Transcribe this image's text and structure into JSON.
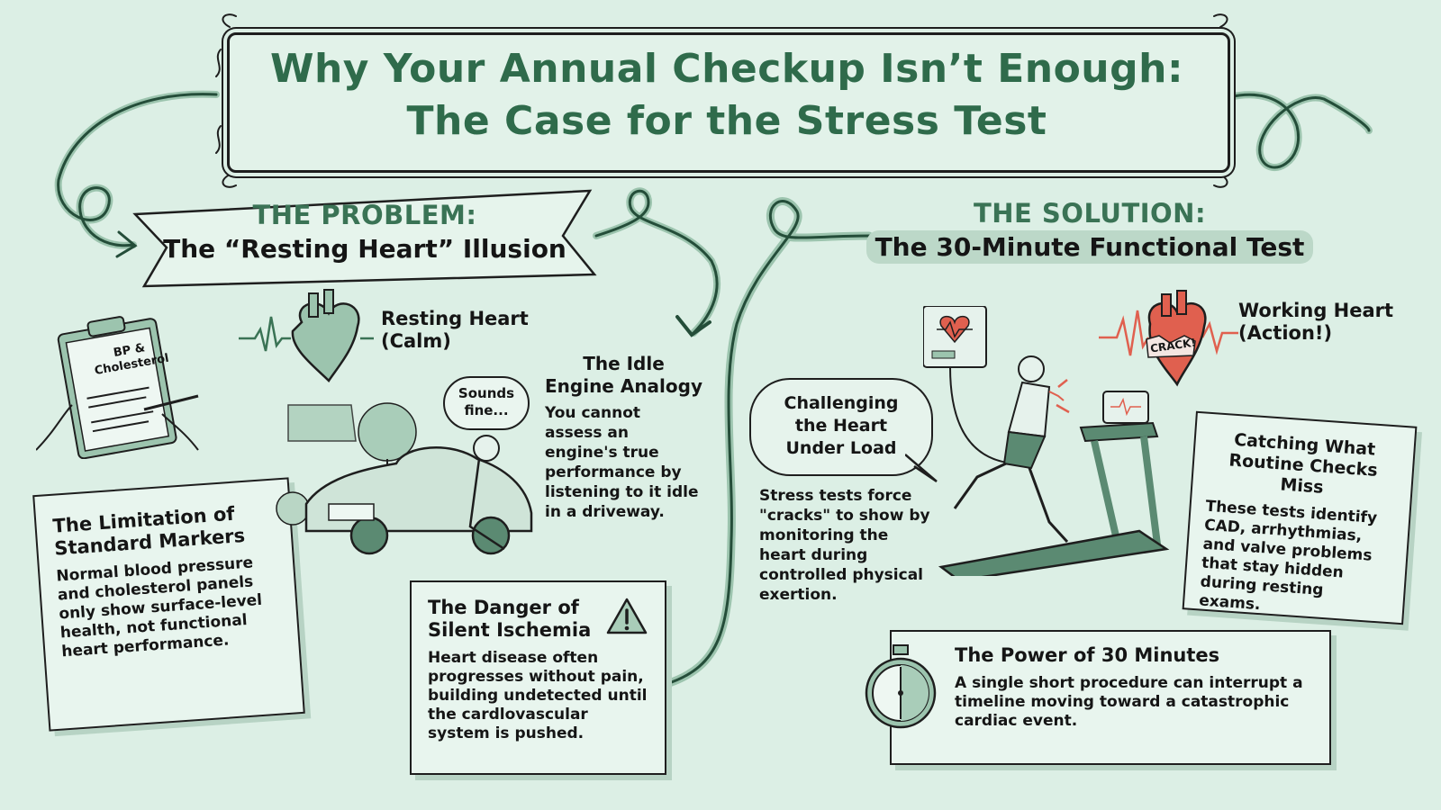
{
  "header": {
    "title_line1": "Why Your Annual Checkup Isn’t Enough:",
    "title_line2": "The Case for the Stress Test"
  },
  "problem": {
    "heading": "THE PROBLEM:",
    "subheading": "The “Resting Heart” Illusion",
    "clipboard_label_line1": "BP &",
    "clipboard_label_line2": "Cholesterol",
    "resting_heart_line1": "Resting Heart",
    "resting_heart_line2": "(Calm)",
    "thought_bubble_line1": "Sounds",
    "thought_bubble_line2": "fine...",
    "idle_engine": {
      "title_line1": "The Idle",
      "title_line2": "Engine Analogy",
      "body": "You cannot assess an engine's true performance by listening to it idle in a driveway."
    },
    "limitation_card": {
      "title": "The Limitation of Standard Markers",
      "body": "Normal blood pressure and cholesterol panels only show surface-level health, not functional heart performance."
    },
    "danger_card": {
      "title_line1": "The Danger of",
      "title_line2": "Silent Ischemia",
      "body": "Heart disease often progresses without pain, building undetected until the cardlovascular system is pushed."
    }
  },
  "solution": {
    "heading": "THE SOLUTION:",
    "subheading": "The 30-Minute Functional Test",
    "working_heart_line1": "Working Heart",
    "working_heart_line2": "(Action!)",
    "crack_label": "CRACK!",
    "speech_bubble": "Challenging the Heart Under Load",
    "speech_body": "Stress tests force \"cracks\" to show by monitoring the heart during controlled physical exertion.",
    "catching_card": {
      "title": "Catching What Routine Checks Miss",
      "body": "These tests identify CAD, arrhythmias, and valve problems that stay hidden during resting exams."
    },
    "power_card": {
      "title": "The Power of 30 Minutes",
      "body": "A single short procedure can interrupt a timeline moving toward a catastrophic cardiac event."
    }
  },
  "colors": {
    "background": "#dcefe5",
    "accent_green": "#2f6b4b",
    "heart_red": "#e0604f",
    "ink": "#1e1e1e"
  }
}
